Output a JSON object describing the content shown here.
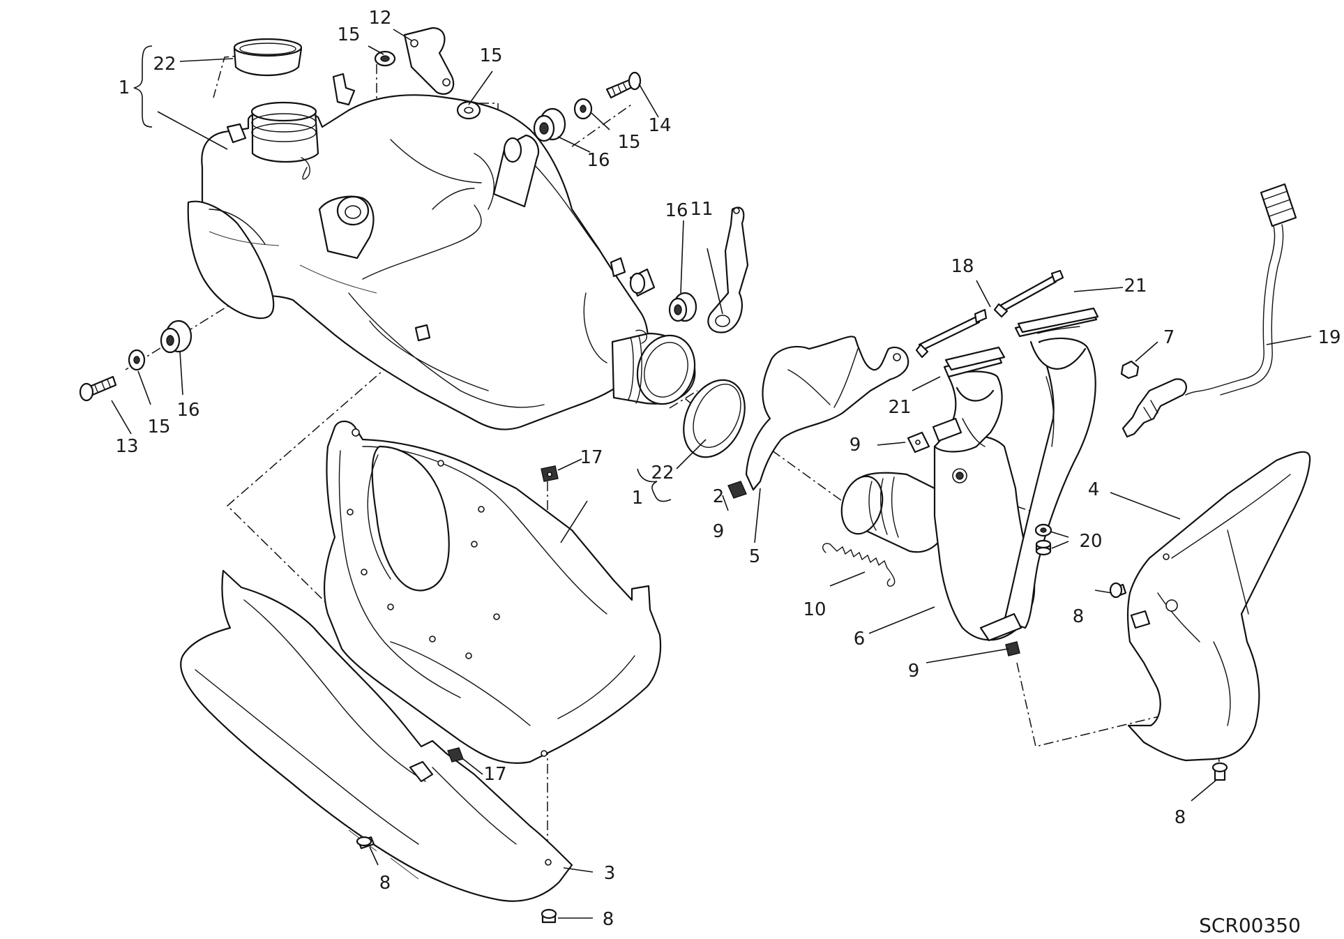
{
  "diagram": {
    "drawing_code": "SCR00350",
    "callouts": [
      {
        "id": "c1a",
        "text": "1"
      },
      {
        "id": "c22a",
        "text": "22"
      },
      {
        "id": "c12",
        "text": "12"
      },
      {
        "id": "c15a",
        "text": "15"
      },
      {
        "id": "c15b",
        "text": "15"
      },
      {
        "id": "c14",
        "text": "14"
      },
      {
        "id": "c15c",
        "text": "15"
      },
      {
        "id": "c16a",
        "text": "16"
      },
      {
        "id": "c16b",
        "text": "16"
      },
      {
        "id": "c11",
        "text": "11"
      },
      {
        "id": "c13",
        "text": "13"
      },
      {
        "id": "c15d",
        "text": "15"
      },
      {
        "id": "c16c",
        "text": "16"
      },
      {
        "id": "c18",
        "text": "18"
      },
      {
        "id": "c21a",
        "text": "21"
      },
      {
        "id": "c7",
        "text": "7"
      },
      {
        "id": "c19",
        "text": "19"
      },
      {
        "id": "c21b",
        "text": "21"
      },
      {
        "id": "c9a",
        "text": "9"
      },
      {
        "id": "c17a",
        "text": "17"
      },
      {
        "id": "c22b",
        "text": "22"
      },
      {
        "id": "c1b",
        "text": "1"
      },
      {
        "id": "c2",
        "text": "2"
      },
      {
        "id": "c9b",
        "text": "9"
      },
      {
        "id": "c5",
        "text": "5"
      },
      {
        "id": "c4",
        "text": "4"
      },
      {
        "id": "c20",
        "text": "20"
      },
      {
        "id": "c8a",
        "text": "8"
      },
      {
        "id": "c10",
        "text": "10"
      },
      {
        "id": "c6",
        "text": "6"
      },
      {
        "id": "c9c",
        "text": "9"
      },
      {
        "id": "c17b",
        "text": "17"
      },
      {
        "id": "c8b",
        "text": "8"
      },
      {
        "id": "c3",
        "text": "3"
      },
      {
        "id": "c8c",
        "text": "8"
      },
      {
        "id": "c8d",
        "text": "8"
      }
    ]
  }
}
